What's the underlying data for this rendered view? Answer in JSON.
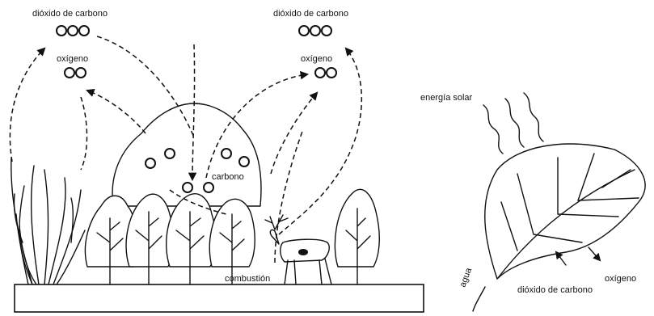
{
  "labels": {
    "co2_left": "dióxido de carbono",
    "o2_left": "oxígeno",
    "co2_right": "dióxido de carbono",
    "o2_right": "oxígeno",
    "carbon": "carbono",
    "combustion": "combustión",
    "solar": "energía solar",
    "water": "agua",
    "leaf_co2": "dióxido de carbono",
    "leaf_o2": "oxígeno"
  }
}
